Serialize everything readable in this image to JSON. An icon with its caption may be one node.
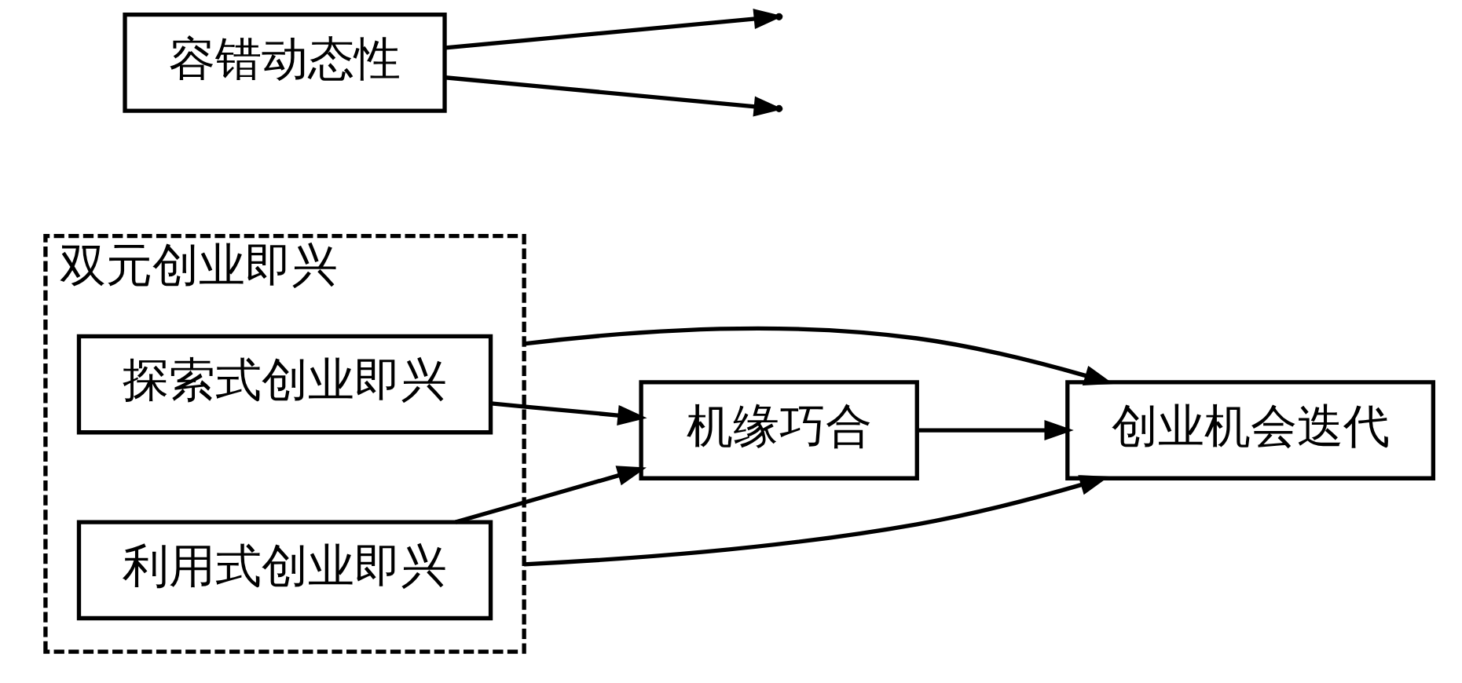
{
  "diagram": {
    "nodes": [
      {
        "text": [
          "双元创业即兴"
        ]
      },
      {
        "text": [
          "探索式创业即兴"
        ],
        "in": 0
      },
      {
        "text": [
          "利用式创业即兴"
        ],
        "in": 0
      },
      {
        "text": [
          "容错动态性"
        ]
      },
      {
        "text": [
          "机缘巧合"
        ]
      },
      {
        "text": [
          "创业机会迭代"
        ]
      }
    ],
    "edges": [
      {
        "from": 1,
        "to": 4,
        "arrow": "to"
      },
      {
        "from": 2,
        "to": 4,
        "arrow": "to"
      },
      {
        "from": 3,
        "to": null,
        "arrow": "to"
      },
      {
        "from": 3,
        "to": null,
        "arrow": "to"
      },
      {
        "from": 4,
        "to": 5,
        "arrow": "to"
      },
      {
        "from": 0,
        "to": 5,
        "arrow": "to"
      },
      {
        "from": 0,
        "to": 5,
        "arrow": "to"
      }
    ]
  }
}
